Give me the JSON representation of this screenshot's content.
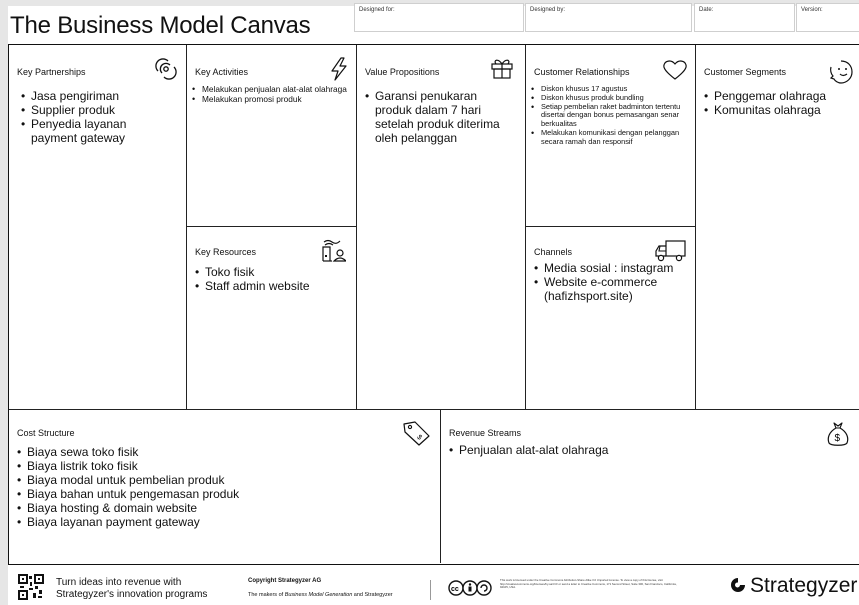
{
  "header": {
    "title": "The Business Model Canvas",
    "designed_for_label": "Designed for:",
    "designed_by_label": "Designed by:",
    "date_label": "Date:",
    "version_label": "Version:"
  },
  "blocks": {
    "key_partnerships": {
      "title": "Key Partnerships",
      "icon": "link-icon",
      "items": [
        "Jasa pengiriman",
        "Supplier produk",
        "Penyedia layanan payment gateway"
      ]
    },
    "key_activities": {
      "title": "Key Activities",
      "icon": "lightning-icon",
      "items": [
        "Melakukan penjualan alat-alat olahraga",
        "Melakukan promosi produk"
      ]
    },
    "key_resources": {
      "title": "Key Resources",
      "icon": "factory-icon",
      "items": [
        "Toko fisik",
        "Staff admin website"
      ]
    },
    "value_propositions": {
      "title": "Value Propositions",
      "icon": "gift-icon",
      "items": [
        "Garansi penukaran produk dalam 7 hari setelah produk diterima oleh pelanggan"
      ]
    },
    "customer_relationships": {
      "title": "Customer Relationships",
      "icon": "heart-icon",
      "items": [
        "Diskon khusus 17 agustus",
        "Diskon khusus produk bundling",
        "Setiap pembelian raket badminton tertentu disertai dengan bonus pemasangan senar berkualitas",
        "Melakukan komunikasi dengan pelanggan secara ramah dan responsif"
      ]
    },
    "channels": {
      "title": "Channels",
      "icon": "truck-icon",
      "items": [
        "Media sosial : instagram",
        "Website e-commerce (hafizhsport.site)"
      ]
    },
    "customer_segments": {
      "title": "Customer Segments",
      "icon": "smiley-icon",
      "items": [
        "Penggemar olahraga",
        "Komunitas olahraga"
      ]
    },
    "cost_structure": {
      "title": "Cost Structure",
      "icon": "price-tag-icon",
      "items": [
        "Biaya sewa toko fisik",
        "Biaya listrik toko fisik",
        "Biaya modal untuk pembelian produk",
        "Biaya bahan untuk pengemasan produk",
        "Biaya hosting & domain website",
        "Biaya layanan payment gateway"
      ]
    },
    "revenue_streams": {
      "title": "Revenue Streams",
      "icon": "money-bag-icon",
      "items": [
        "Penjualan alat-alat olahraga"
      ]
    }
  },
  "footer": {
    "tagline_line1": "Turn ideas into revenue with",
    "tagline_line2": "Strategyzer's innovation programs",
    "copyright": "Copyright Strategyzer AG",
    "makers_prefix": "The makers of ",
    "makers_book": "Business Model Generation",
    "makers_suffix": " and Strategyzer",
    "license_text": "This work is licensed under the Creative Commons Attribution-Share Alike 3.0 Unported License. To view a copy of this license, visit http://creativecommons.org/licenses/by-sa/3.0/ or send a letter to Creative Commons, 171 Second Street, Suite 300, San Francisco, California, 94105, USA.",
    "brand": "Strategyzer"
  }
}
